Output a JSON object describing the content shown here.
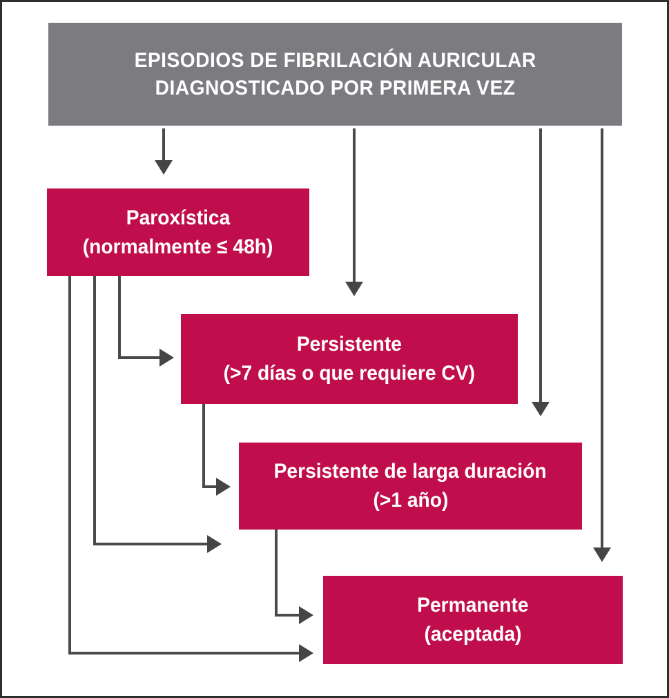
{
  "diagram": {
    "header": {
      "line1": "EPISODIOS DE FIBRILACIÓN AURICULAR",
      "line2": "DIAGNOSTICADO POR PRIMERA VEZ"
    },
    "nodes": [
      {
        "id": "paroxistica",
        "line1": "Paroxística",
        "line2": "(normalmente ≤ 48h)"
      },
      {
        "id": "persistente",
        "line1": "Persistente",
        "line2": "(>7 días o que requiere CV)"
      },
      {
        "id": "persistente-larga",
        "line1": "Persistente de larga duración",
        "line2": "(>1 año)"
      },
      {
        "id": "permanente",
        "line1": "Permanente",
        "line2": "(aceptada)"
      }
    ],
    "colors": {
      "header_bg": "#7c7c80",
      "node_bg": "#c00d4c",
      "arrow": "#4a4a4a",
      "text": "#ffffff",
      "frame_border": "#2e2e2e"
    }
  }
}
